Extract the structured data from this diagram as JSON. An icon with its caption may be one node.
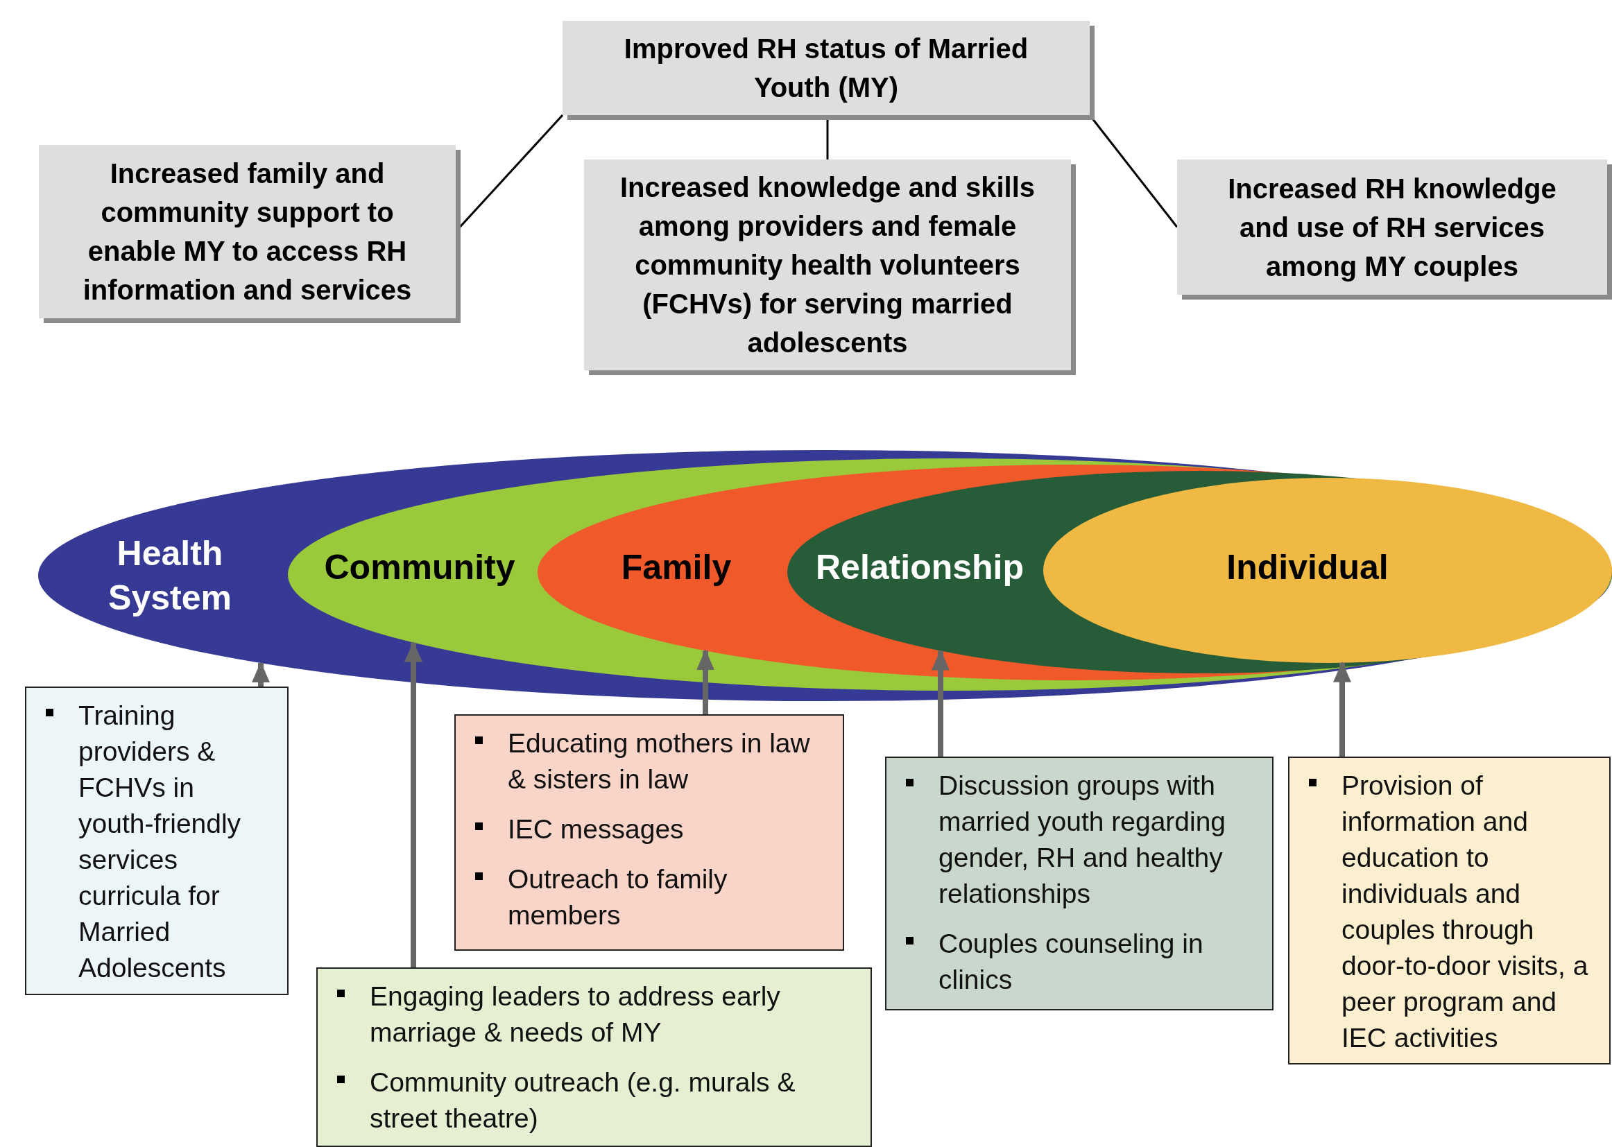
{
  "diagram": {
    "nodes": [
      {
        "text": [
          "Improved RH status of Married Youth (MY)"
        ]
      },
      {
        "text": [
          "Increased family and community support to enable MY to access RH information and services"
        ]
      },
      {
        "text": [
          "Increased knowledge and skills among providers and female community health volunteers (FCHVs) for serving  married adolescents"
        ]
      },
      {
        "text": [
          "Increased RH knowledge and use of RH services among MY couples"
        ]
      },
      {
        "text": [
          "Health System"
        ]
      },
      {
        "text": [
          "Community"
        ],
        "in": 4
      },
      {
        "text": [
          "Family"
        ],
        "in": 5
      },
      {
        "text": [
          "Relationship"
        ],
        "in": 6
      },
      {
        "text": [
          "Individual"
        ],
        "in": 7
      },
      {
        "text": [
          "Training providers & FCHVs in youth-friendly services curricula for Married Adolescents"
        ]
      },
      {
        "text": [
          "Engaging leaders to address early marriage & needs of MY",
          "Community outreach (e.g. murals & street theatre)"
        ]
      },
      {
        "text": [
          "Educating mothers in law & sisters in law",
          "IEC messages",
          "Outreach to family members"
        ]
      },
      {
        "text": [
          "Discussion groups with married youth regarding gender, RH and healthy relationships",
          "Couples counseling in clinics"
        ]
      },
      {
        "text": [
          "Provision of information and education to individuals and couples through door-to-door visits, a peer program and IEC activities"
        ]
      }
    ],
    "edges": [
      {
        "from": 0,
        "to": 1,
        "arrow": "none",
        "color": "#000000"
      },
      {
        "from": 0,
        "to": 2,
        "arrow": "none",
        "color": "#000000"
      },
      {
        "from": 0,
        "to": 3,
        "arrow": "none",
        "color": "#000000"
      },
      {
        "from": 9,
        "to": 4,
        "arrow": "to"
      },
      {
        "from": 10,
        "to": 5,
        "arrow": "to"
      },
      {
        "from": 11,
        "to": 6,
        "arrow": "to"
      },
      {
        "from": 12,
        "to": 7,
        "arrow": "to"
      },
      {
        "from": 13,
        "to": 8,
        "arrow": "to"
      }
    ]
  }
}
